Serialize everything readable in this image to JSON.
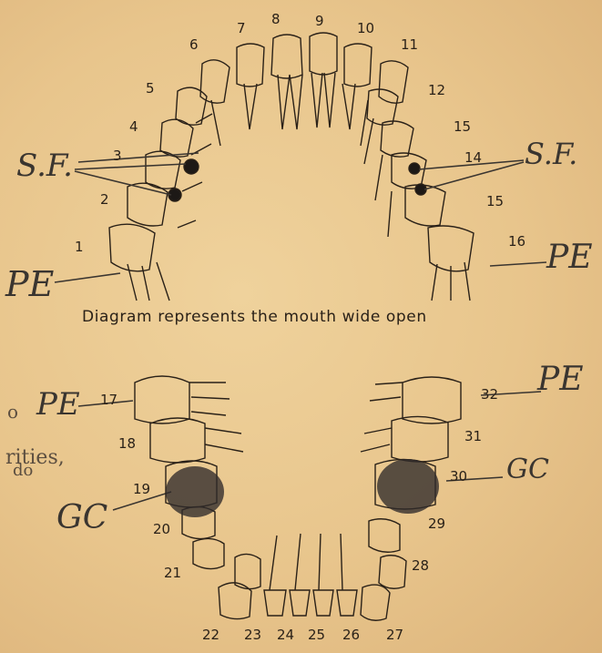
{
  "caption": "Diagram represents the mouth wide open",
  "upper_numbers": [
    "1",
    "2",
    "3",
    "4",
    "5",
    "6",
    "7",
    "8",
    "9",
    "10",
    "11",
    "12",
    "15",
    "14",
    "15",
    "16"
  ],
  "lower_numbers": [
    "17",
    "18",
    "19",
    "20",
    "21",
    "22",
    "23",
    "24",
    "25",
    "26",
    "27",
    "28",
    "29",
    "30",
    "31",
    "32"
  ],
  "annotations": {
    "sf_left": "S.F.",
    "sf_right": "S.F.",
    "pe_upper_left": "PE",
    "pe_upper_right": "PE",
    "pe_lower_left": "PE",
    "pe_lower_right": "PE",
    "gc_left": "GC",
    "gc_right": "GC"
  },
  "margin_text": {
    "o": "o",
    "rities": "rities,",
    "do": "do"
  },
  "colors": {
    "paper": "#e9c78f",
    "ink": "#2a2118",
    "pencil": "#3a3530",
    "decay": "#2f2a2a"
  }
}
